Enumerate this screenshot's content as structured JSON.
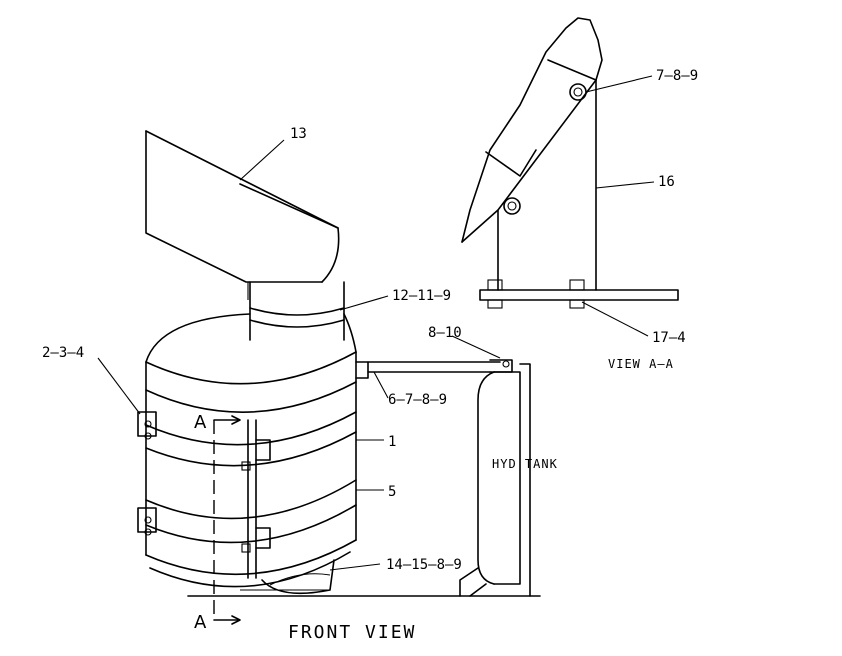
{
  "labels": {
    "l13": "13",
    "l12_11_9": "12–11–9",
    "l8_10": "8–10",
    "l2_3_4": "2–3–4",
    "l6_7_8_9": "6–7–8–9",
    "l1": "1",
    "l5": "5",
    "l14_15_8_9": "14–15–8–9",
    "l7_8_9": "7–8–9",
    "l16": "16",
    "l17_4": "17–4",
    "hyd_tank": "HYD TANK",
    "view_aa": "VIEW A–A",
    "front_view": "FRONT VIEW",
    "section_top": "A",
    "section_bottom": "A"
  }
}
